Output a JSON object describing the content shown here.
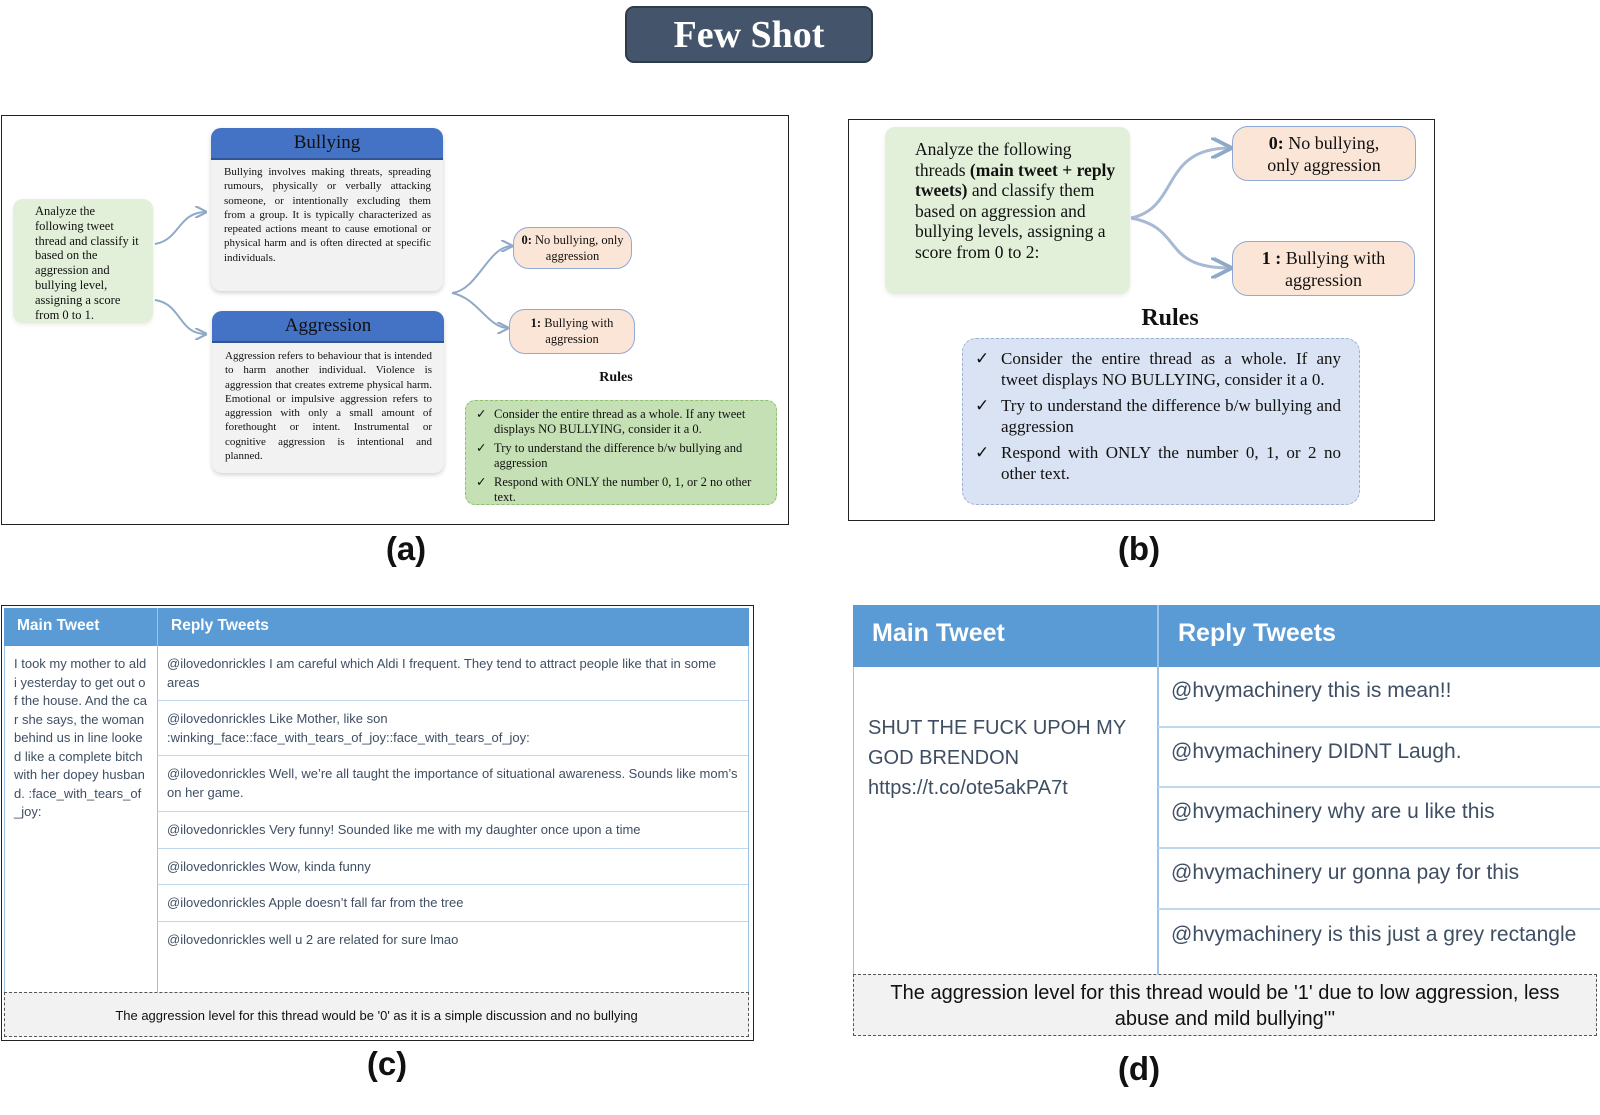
{
  "title": "Few Shot",
  "captions": {
    "a": "(a)",
    "b": "(b)",
    "c": "(c)",
    "d": "(d)"
  },
  "panel_a": {
    "prompt": "Analyze the following tweet thread and classify it based on the aggression and bullying level, assigning a score from 0 to 1.",
    "bullying": {
      "title": "Bullying",
      "text": "Bullying involves making threats, spreading rumours, physically or verbally attacking someone, or intentionally excluding them from a group. It is typically characterized as repeated actions meant to cause emotional or physical harm and is often directed at specific individuals."
    },
    "aggression": {
      "title": "Aggression",
      "text": "Aggression refers to behaviour that is intended to harm another individual. Violence is aggression that creates extreme physical harm. Emotional or impulsive aggression refers to aggression with only a small amount of forethought or intent. Instrumental or cognitive aggression is intentional and planned."
    },
    "label0": {
      "num": "0:",
      "text": "No bullying, only aggression"
    },
    "label1": {
      "num": "1:",
      "text": "Bullying with aggression"
    },
    "rules_title": "Rules",
    "rules": [
      "Consider the entire thread as a whole. If any tweet displays NO BULLYING, consider it a 0.",
      "Try to understand the difference b/w bullying and aggression",
      "Respond with ONLY the number 0, 1, or 2 no other text."
    ]
  },
  "panel_b": {
    "prompt_pre": "Analyze the following threads ",
    "prompt_bold": "(main tweet + reply tweets)",
    "prompt_post": " and classify them based on aggression and bullying levels, assigning a score from 0 to 2:",
    "label0": {
      "num": "0:",
      "text": "No bullying, only aggression"
    },
    "label1": {
      "num": "1 :",
      "text": "Bullying with aggression"
    },
    "rules_title": "Rules",
    "rules": [
      "Consider the entire thread as a whole. If any tweet displays NO BULLYING, consider it a 0.",
      "Try to understand the difference b/w bullying and aggression",
      "Respond with ONLY the number 0, 1, or 2 no other text."
    ]
  },
  "panel_c": {
    "col_main": "Main Tweet",
    "col_reply": "Reply Tweets",
    "main_tweet": "I took my mother to aldi yesterday to get out of the house. And the car she says, the woman behind us in line looked like a complete bitch with her dopey husband. :face_with_tears_of_joy:",
    "replies": [
      "@ilovedonrickles I am careful which Aldi I frequent. They tend to attract people like that in some areas",
      "@ilovedonrickles Like Mother, like son :winking_face::face_with_tears_of_joy::face_with_tears_of_joy:",
      "@ilovedonrickles Well, we’re all taught the importance of situational awareness.  Sounds like mom’s on her game.",
      "@ilovedonrickles Very funny! Sounded like me with my daughter once upon a time",
      "@ilovedonrickles Wow, kinda funny",
      "@ilovedonrickles Apple doesn’t fall far from the tree",
      "@ilovedonrickles well u 2  are related for  sure lmao"
    ],
    "note": "The aggression level for this thread would be '0' as it is a simple discussion and no bullying"
  },
  "panel_d": {
    "col_main": "Main Tweet",
    "col_reply": "Reply Tweets",
    "main_tweet": "SHUT THE FUCK UPOH MY GOD BRENDON https://t.co/ote5akPA7t",
    "replies": [
      "@hvymachinery this is mean!!",
      "@hvymachinery DIDNT Laugh.",
      "@hvymachinery why are u like this",
      "@hvymachinery ur gonna pay for this",
      "@hvymachinery is this just a grey rectangle"
    ],
    "note": "The aggression level for this thread would be '1' due to low aggression, less abuse and mild bullying'''"
  }
}
